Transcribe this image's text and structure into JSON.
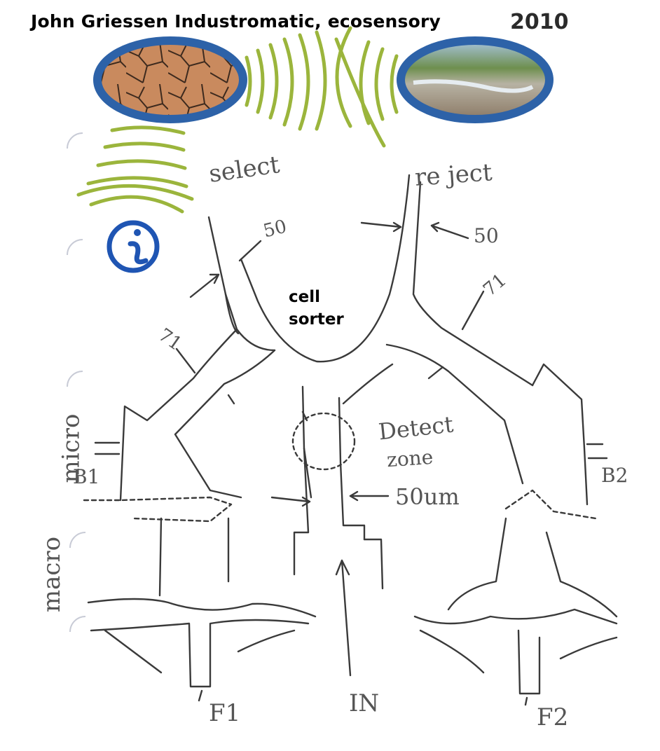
{
  "header": {
    "title": "John Griessen Industromatic, ecosensory",
    "year": "2010"
  },
  "diagram": {
    "center_label_line1": "cell",
    "center_label_line2": "sorter",
    "select_label": "select",
    "reject_label": "re ject",
    "width_select": "50",
    "width_reject": "50",
    "angle_left": "71",
    "angle_right": "71",
    "detect_label": "Detect",
    "zone_label": "zone",
    "channel_width": "50um",
    "bend_left": "B1",
    "bend_right": "B2",
    "filter_left": "F1",
    "filter_right": "F2",
    "inlet_label": "IN",
    "micro_label": "micro",
    "macro_label": "macro"
  },
  "colors": {
    "logo_ring": "#2d62a8",
    "wave_green": "#9bb53c",
    "pencil": "#3a3a3a",
    "info_icon": "#1f55b3"
  },
  "icons": [
    "cracked-earth-photo",
    "river-photo",
    "signal-waves-icon",
    "info-icon"
  ]
}
